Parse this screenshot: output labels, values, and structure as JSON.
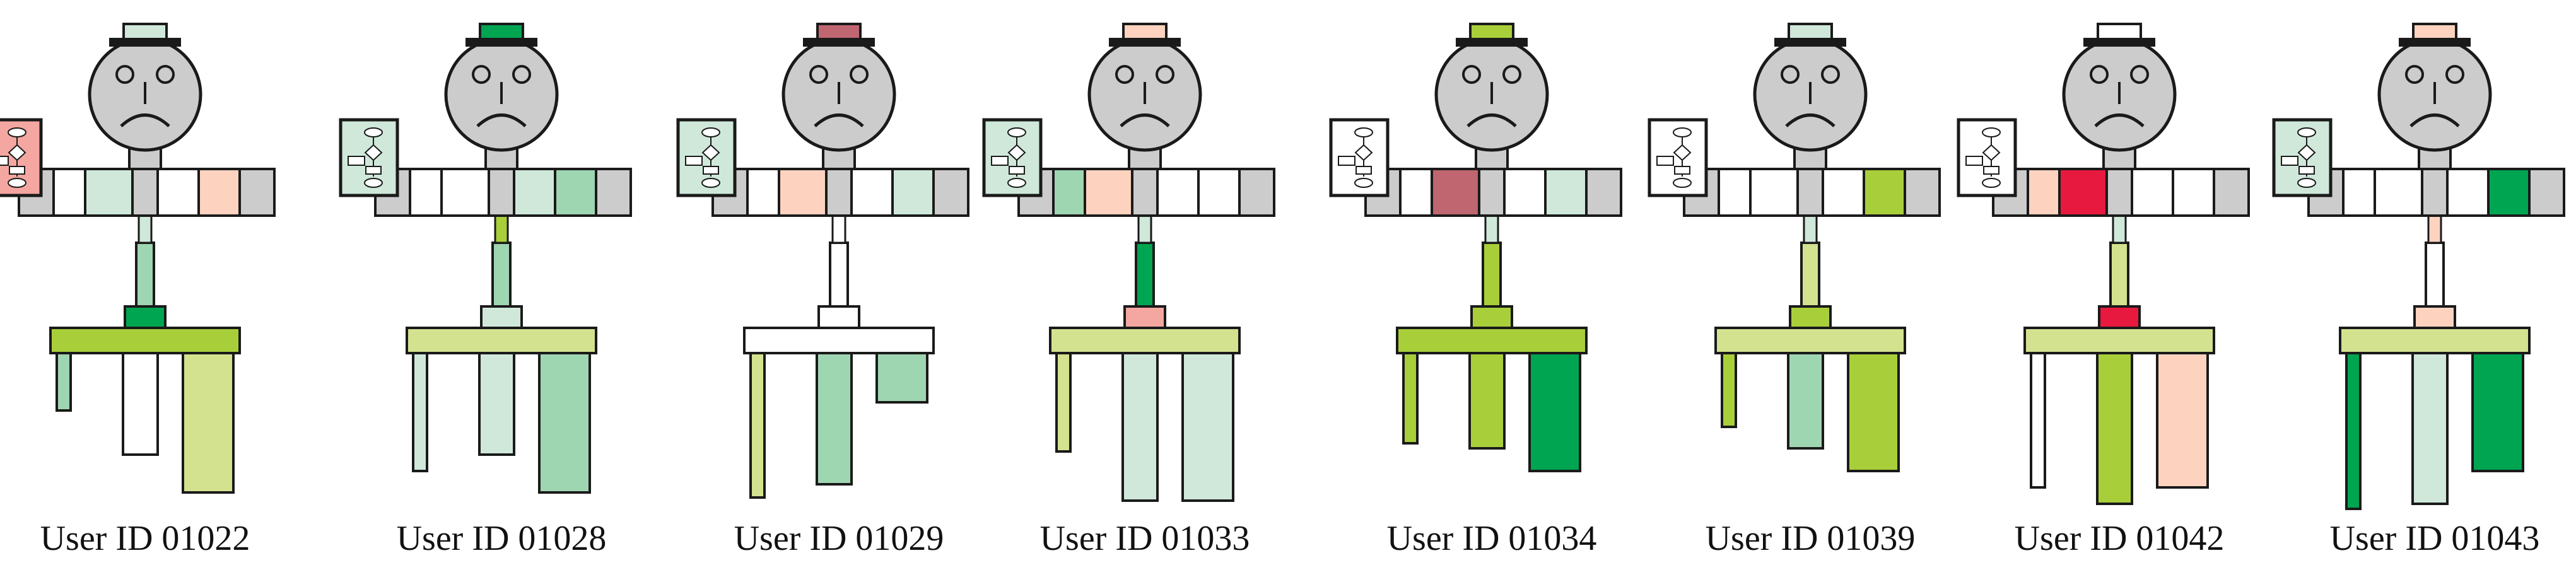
{
  "palette": {
    "white": "#ffffff",
    "pale_green": "#cfe8da",
    "mint": "#9fd6b2",
    "dark_green": "#00a551",
    "lime": "#a8cf3a",
    "pale_lime": "#d3e28f",
    "peach": "#fdd3c0",
    "salmon": "#f4a6a0",
    "red": "#e8193e",
    "maroon": "#bf6670",
    "gray": "#cccccc",
    "outline": "#1a1a1a"
  },
  "figures": [
    {
      "user_label": "User ID 01022",
      "hat": "pale_green",
      "clipboard": "salmon",
      "left_arm": [
        "gray",
        "white",
        "pale_green"
      ],
      "right_arm": [
        "white",
        "peach",
        "gray"
      ],
      "neck": "pale_green",
      "spine": "mint",
      "hip": "dark_green",
      "table_top": "lime",
      "legs": [
        {
          "fill": "mint",
          "len": 0.35
        },
        {
          "fill": "white",
          "len": 0.62
        },
        {
          "fill": "pale_lime",
          "len": 0.85
        }
      ]
    },
    {
      "user_label": "User ID 01028",
      "hat": "dark_green",
      "clipboard": "pale_green",
      "left_arm": [
        "gray",
        "white",
        "white"
      ],
      "right_arm": [
        "pale_green",
        "mint",
        "gray"
      ],
      "neck": "lime",
      "spine": "mint",
      "hip": "pale_green",
      "table_top": "pale_lime",
      "legs": [
        {
          "fill": "pale_green",
          "len": 0.72
        },
        {
          "fill": "pale_green",
          "len": 0.62
        },
        {
          "fill": "mint",
          "len": 0.85
        }
      ]
    },
    {
      "user_label": "User ID 01029",
      "hat": "maroon",
      "clipboard": "pale_green",
      "left_arm": [
        "gray",
        "white",
        "peach"
      ],
      "right_arm": [
        "white",
        "pale_green",
        "gray"
      ],
      "neck": "white",
      "spine": "white",
      "hip": "white",
      "table_top": "white",
      "legs": [
        {
          "fill": "pale_lime",
          "len": 0.88
        },
        {
          "fill": "mint",
          "len": 0.8
        },
        {
          "fill": "mint",
          "len": 0.3
        }
      ]
    },
    {
      "user_label": "User ID 01033",
      "hat": "peach",
      "clipboard": "pale_green",
      "left_arm": [
        "gray",
        "mint",
        "peach"
      ],
      "right_arm": [
        "white",
        "white",
        "gray"
      ],
      "neck": "pale_green",
      "spine": "dark_green",
      "hip": "salmon",
      "table_top": "pale_lime",
      "legs": [
        {
          "fill": "pale_lime",
          "len": 0.6
        },
        {
          "fill": "pale_green",
          "len": 0.9
        },
        {
          "fill": "pale_green",
          "len": 0.9
        }
      ]
    },
    {
      "user_label": "User ID 01034",
      "hat": "lime",
      "clipboard": "white",
      "left_arm": [
        "gray",
        "white",
        "maroon"
      ],
      "right_arm": [
        "white",
        "pale_green",
        "gray"
      ],
      "neck": "pale_green",
      "spine": "lime",
      "hip": "lime",
      "table_top": "lime",
      "legs": [
        {
          "fill": "lime",
          "len": 0.55
        },
        {
          "fill": "lime",
          "len": 0.58
        },
        {
          "fill": "dark_green",
          "len": 0.72
        }
      ]
    },
    {
      "user_label": "User ID 01039",
      "hat": "pale_green",
      "clipboard": "white",
      "left_arm": [
        "gray",
        "white",
        "white"
      ],
      "right_arm": [
        "white",
        "lime",
        "gray"
      ],
      "neck": "pale_green",
      "spine": "pale_lime",
      "hip": "lime",
      "table_top": "pale_lime",
      "legs": [
        {
          "fill": "lime",
          "len": 0.45
        },
        {
          "fill": "mint",
          "len": 0.58
        },
        {
          "fill": "lime",
          "len": 0.72
        }
      ]
    },
    {
      "user_label": "User ID 01042",
      "hat": "white",
      "clipboard": "white",
      "left_arm": [
        "gray",
        "peach",
        "red"
      ],
      "right_arm": [
        "white",
        "white",
        "gray"
      ],
      "neck": "pale_green",
      "spine": "pale_lime",
      "hip": "red",
      "table_top": "pale_lime",
      "legs": [
        {
          "fill": "white",
          "len": 0.82
        },
        {
          "fill": "lime",
          "len": 0.92
        },
        {
          "fill": "peach",
          "len": 0.82
        }
      ]
    },
    {
      "user_label": "User ID 01043",
      "hat": "peach",
      "clipboard": "pale_green",
      "left_arm": [
        "gray",
        "white",
        "white"
      ],
      "right_arm": [
        "white",
        "dark_green",
        "gray"
      ],
      "neck": "peach",
      "spine": "white",
      "hip": "peach",
      "table_top": "pale_lime",
      "legs": [
        {
          "fill": "dark_green",
          "len": 0.95
        },
        {
          "fill": "pale_green",
          "len": 0.92
        },
        {
          "fill": "dark_green",
          "len": 0.72
        }
      ]
    }
  ]
}
